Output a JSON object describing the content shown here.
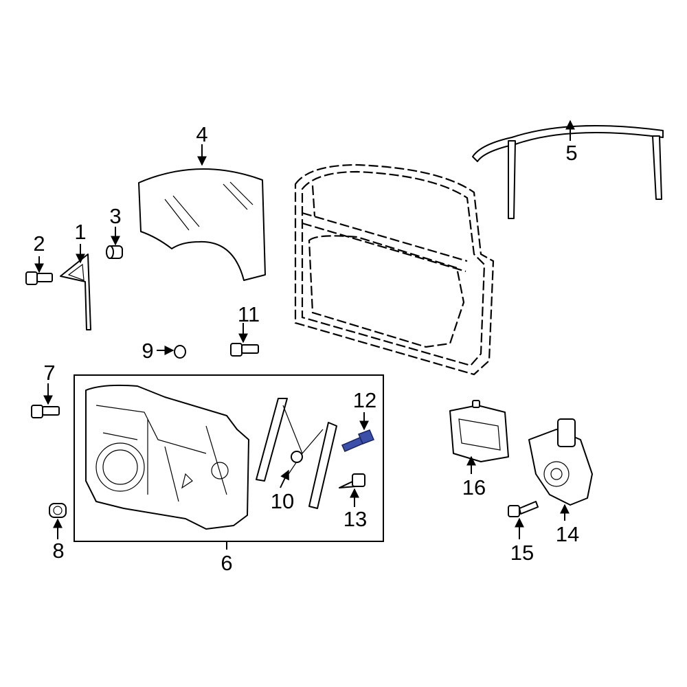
{
  "diagram": {
    "highlight_color": "#3b4fa8",
    "callouts": [
      {
        "id": "1",
        "label": "1"
      },
      {
        "id": "2",
        "label": "2"
      },
      {
        "id": "3",
        "label": "3"
      },
      {
        "id": "4",
        "label": "4"
      },
      {
        "id": "5",
        "label": "5"
      },
      {
        "id": "6",
        "label": "6"
      },
      {
        "id": "7",
        "label": "7"
      },
      {
        "id": "8",
        "label": "8"
      },
      {
        "id": "9",
        "label": "9"
      },
      {
        "id": "10",
        "label": "10"
      },
      {
        "id": "11",
        "label": "11"
      },
      {
        "id": "12",
        "label": "12",
        "highlighted": true
      },
      {
        "id": "13",
        "label": "13"
      },
      {
        "id": "14",
        "label": "14"
      },
      {
        "id": "15",
        "label": "15"
      },
      {
        "id": "16",
        "label": "16"
      }
    ]
  }
}
